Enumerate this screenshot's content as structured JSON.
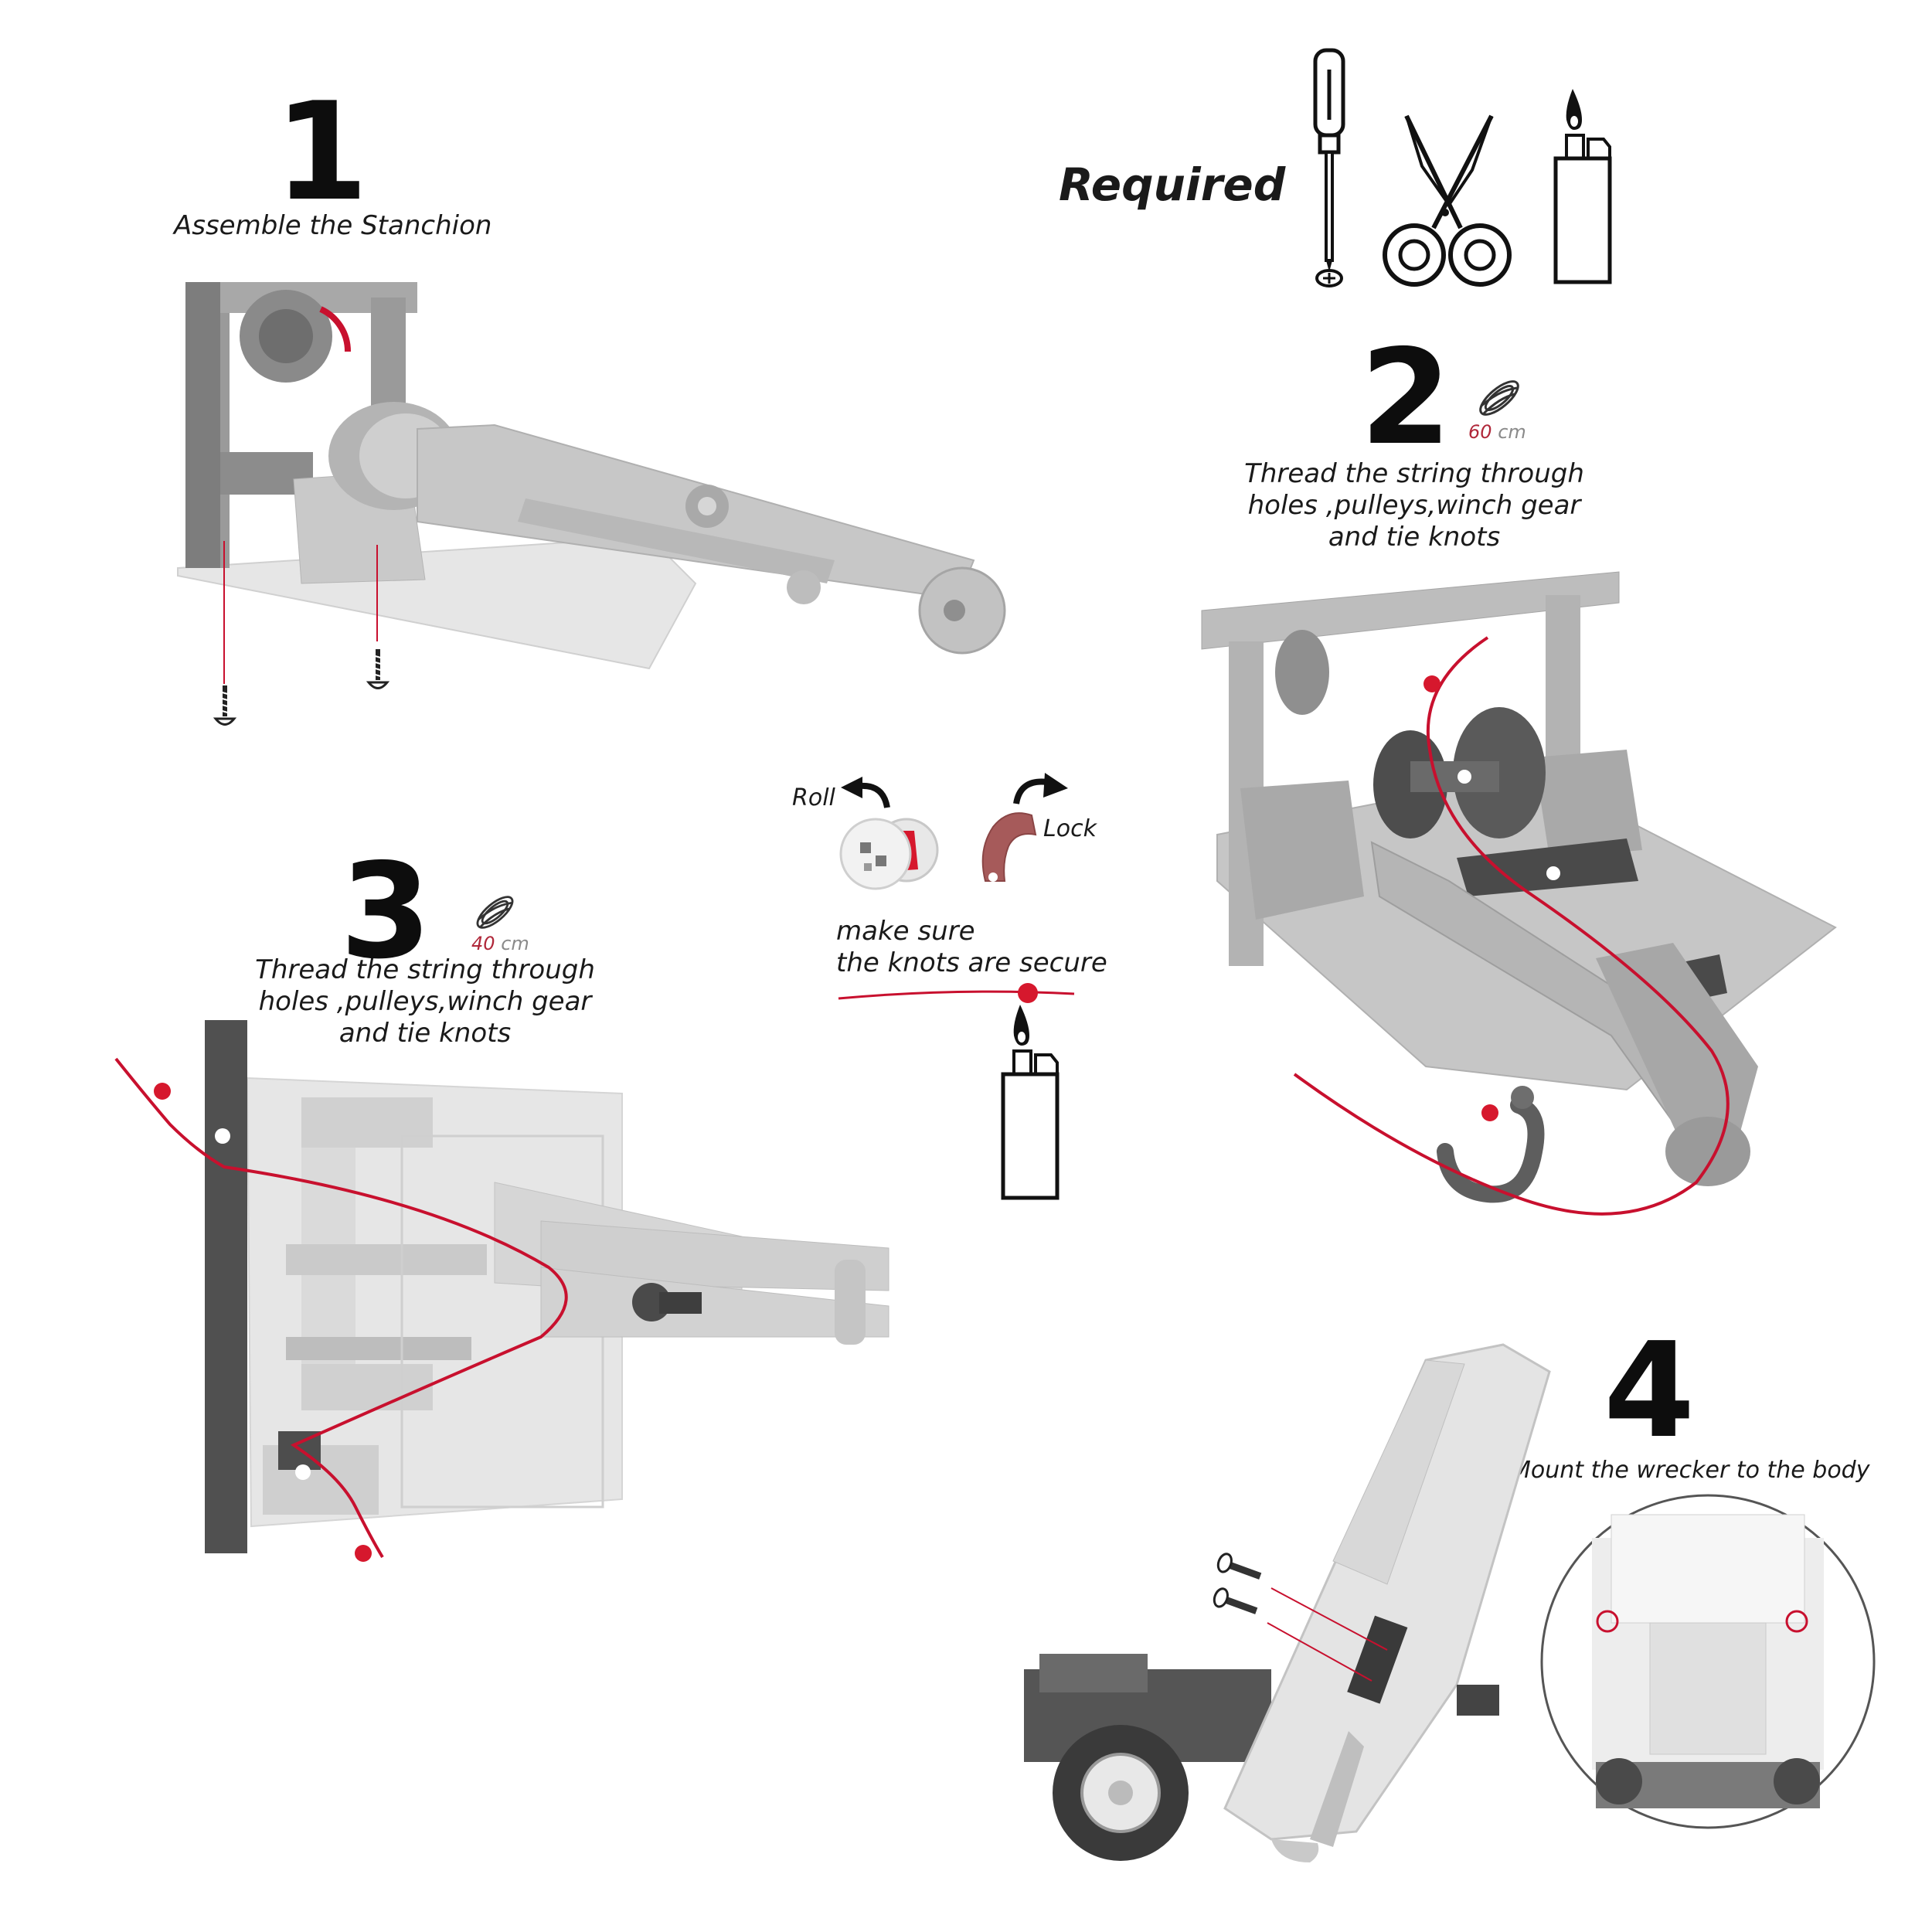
{
  "required": {
    "label": "Required"
  },
  "steps": [
    {
      "number": "1",
      "caption": "Assemble the Stanchion"
    },
    {
      "number": "2",
      "string_length": "60",
      "unit": "cm",
      "caption_lines": [
        "Thread the string through",
        "holes ,pulleys,winch gear",
        "and tie knots"
      ]
    },
    {
      "number": "3",
      "string_length": "40",
      "unit": "cm",
      "caption_lines": [
        "Thread the string through",
        "holes ,pulleys,winch gear",
        "and tie knots"
      ]
    },
    {
      "number": "4",
      "caption": "Mount the wrecker to the body"
    }
  ],
  "knot_tip": {
    "roll_label": "Roll",
    "lock_label": "Lock",
    "lines": [
      "make sure",
      "the knots are secure"
    ]
  },
  "colors": {
    "accent_red": "#c8102e",
    "part_gray": "#bdbdbd",
    "dark_gray": "#4a4a4a"
  }
}
